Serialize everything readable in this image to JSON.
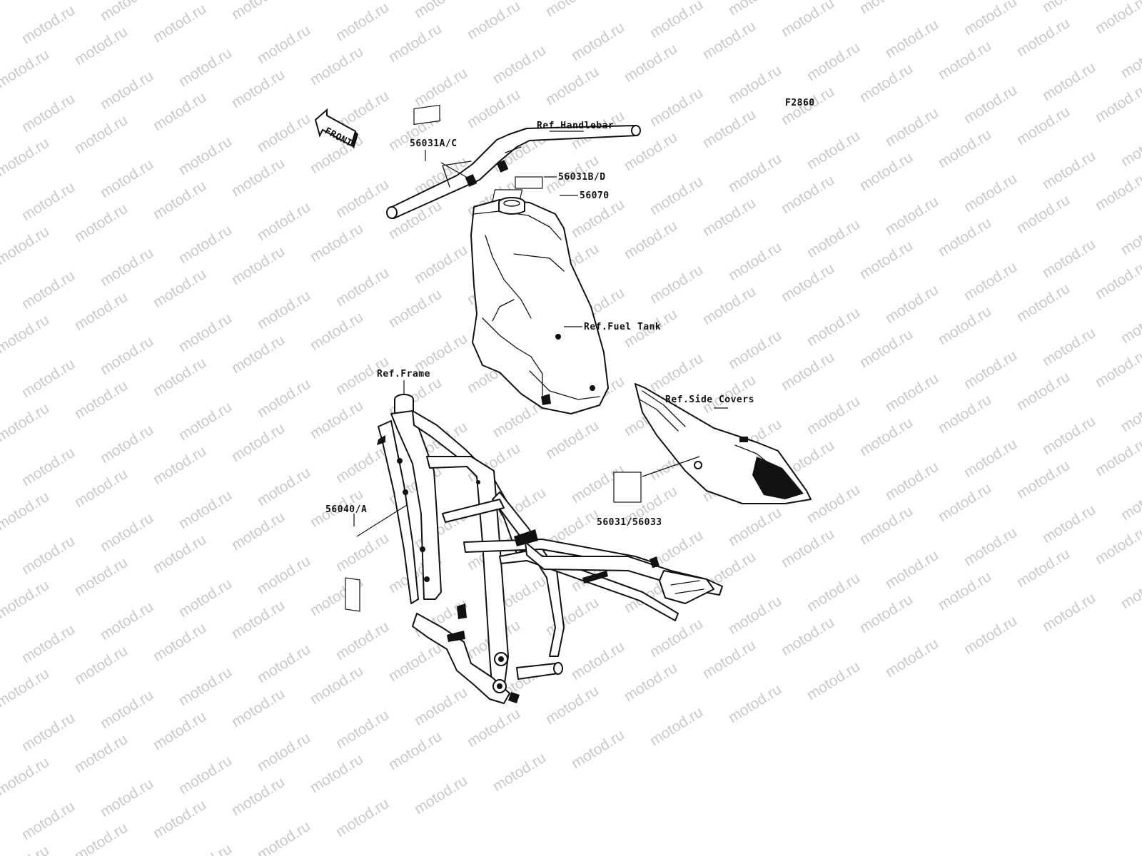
{
  "diagram_code": "F2860",
  "front_arrow_text": "FRONT",
  "watermark_text": "motod.ru",
  "callouts": {
    "handlebar_label": "56031A/C",
    "handlebar_ref": "Ref.Handlebar",
    "tank_label_bd": "56031B/D",
    "tank_label_70": "56070",
    "fuel_tank_ref": "Ref.Fuel Tank",
    "frame_ref": "Ref.Frame",
    "side_covers_ref": "Ref.Side Covers",
    "side_cover_label": "56031/56033",
    "frame_label": "56040/A"
  },
  "colors": {
    "line": "#111111",
    "watermark": "#c9c9c9",
    "background": "#ffffff"
  }
}
